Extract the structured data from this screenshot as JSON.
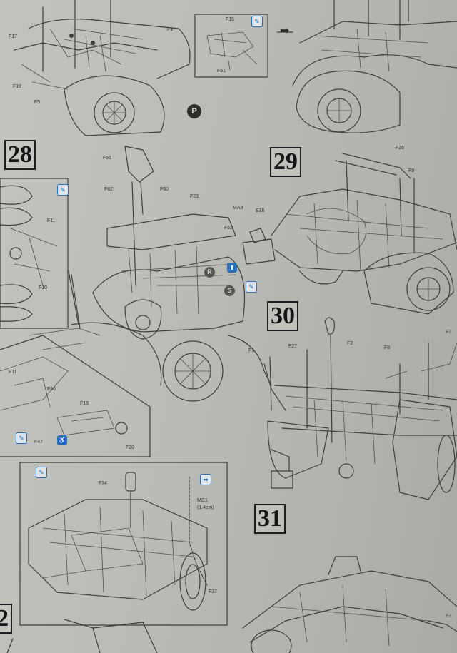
{
  "steps": {
    "s28": "28",
    "s29": "29",
    "s30": "30",
    "s31": "31",
    "s32": "2"
  },
  "markers": {
    "p": "P",
    "r": "R",
    "s": "S"
  },
  "arrow": "➡",
  "parts": {
    "f17": "F17",
    "f16": "F16",
    "f5": "F5",
    "f1_top": "F1",
    "f18": "F18",
    "f51": "F51",
    "f61": "F61",
    "f62": "F62",
    "f60": "F60",
    "f23": "F23",
    "f11": "F11",
    "f10": "F10",
    "ma8": "MA8",
    "e16": "E16",
    "f52": "F52",
    "f26": "F26",
    "f9": "F9",
    "f27": "F27",
    "f2": "F2",
    "f8": "F8",
    "f7": "F7",
    "f1_mid": "F1",
    "f11_low": "F11",
    "f46": "F46",
    "f19": "F19",
    "f47": "F47",
    "f20": "F20",
    "f34": "F34",
    "mc1": "MC1",
    "mc1_len": "(1.4cm)",
    "f37": "F37",
    "e2": "E2"
  }
}
